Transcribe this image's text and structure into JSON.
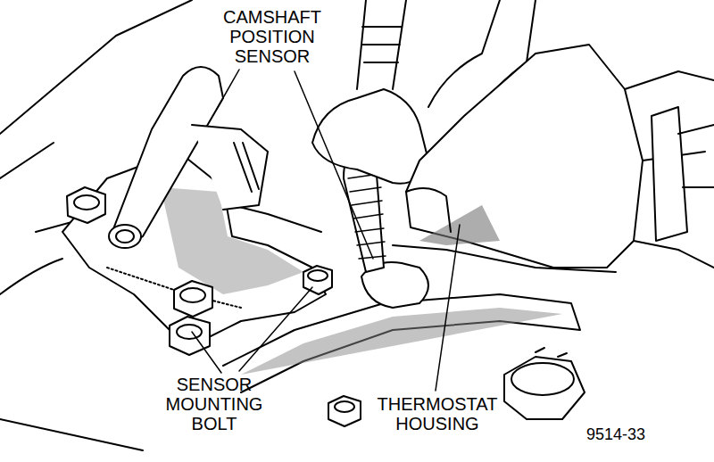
{
  "diagram": {
    "labels": [
      "CAMSHAFT POSITION SENSOR",
      "SENSOR MOUNTING BOLT",
      "THERMOSTAT HOUSING",
      "9514-33"
    ]
  }
}
